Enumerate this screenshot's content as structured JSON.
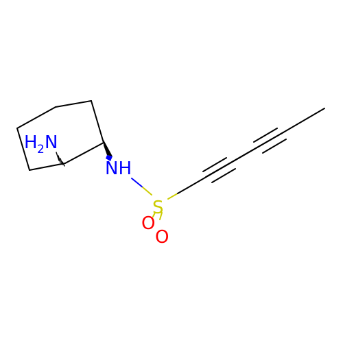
{
  "colors": {
    "background": "#ffffff",
    "carbon_bond": "#000000",
    "nitrogen": "#0000ff",
    "sulfur": "#cccc00",
    "oxygen": "#ff0000"
  },
  "atoms": {
    "amine": {
      "symbol": "H",
      "subscript": "2",
      "suffix": "N"
    },
    "amide_n": {
      "symbol": "NH"
    },
    "sulfur": {
      "symbol": "S"
    },
    "oxygen_1": {
      "symbol": "O"
    },
    "oxygen_2": {
      "symbol": "O"
    }
  }
}
